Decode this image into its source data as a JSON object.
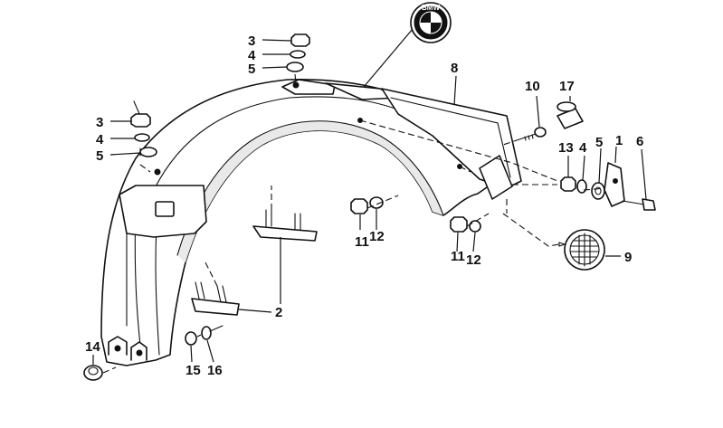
{
  "callouts": {
    "c1": "1",
    "c2": "2",
    "c3a": "3",
    "c3b": "3",
    "c4a": "4",
    "c4b": "4",
    "c4c": "4",
    "c5a": "5",
    "c5b": "5",
    "c5c": "5",
    "c6": "6",
    "c8": "8",
    "c9": "9",
    "c10": "10",
    "c11a": "11",
    "c11b": "11",
    "c12a": "12",
    "c12b": "12",
    "c13": "13",
    "c14": "14",
    "c15": "15",
    "c16": "16",
    "c17": "17"
  },
  "emblem": {
    "text": "BMW"
  }
}
